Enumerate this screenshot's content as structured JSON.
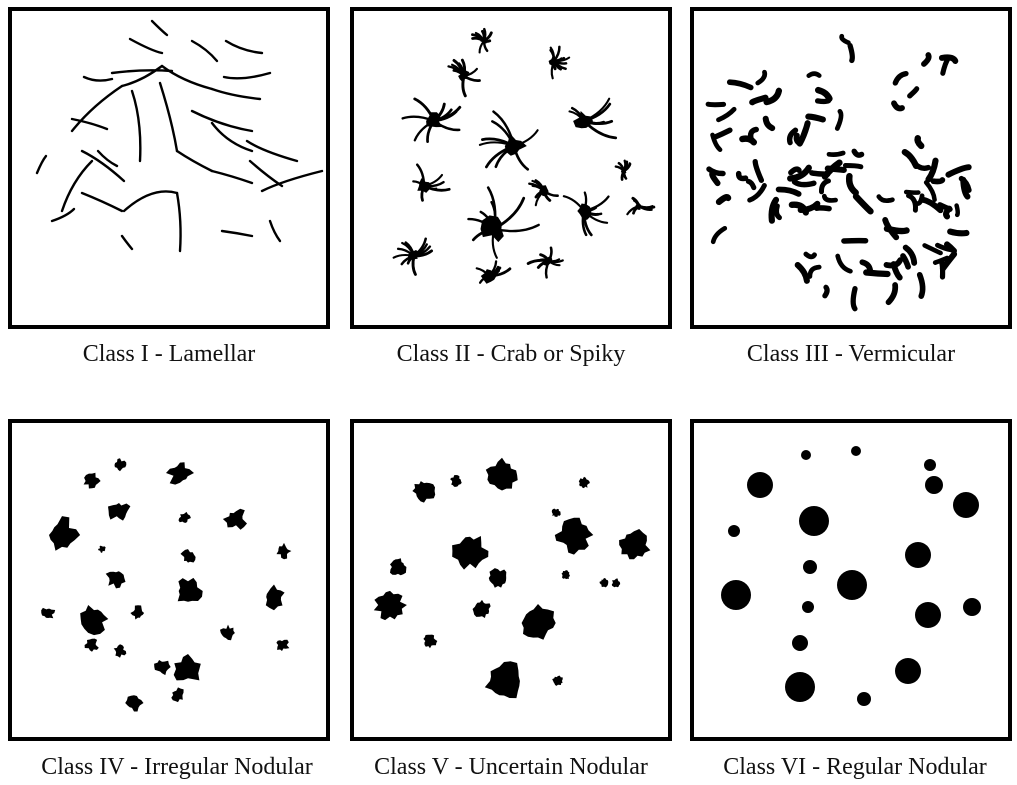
{
  "panels": [
    {
      "label": "Class I - Lamellar",
      "style": "lamellar"
    },
    {
      "label": "Class II - Crab or Spiky",
      "style": "spiky"
    },
    {
      "label": "Class III - Vermicular",
      "style": "vermicular"
    },
    {
      "label": "Class IV - Irregular Nodular",
      "style": "irregular"
    },
    {
      "label": "Class V - Uncertain Nodular",
      "style": "uncertain"
    },
    {
      "label": "Class VI - Regular Nodular",
      "style": "regular"
    }
  ],
  "colors": {
    "ink": "#000000",
    "background": "#ffffff"
  }
}
